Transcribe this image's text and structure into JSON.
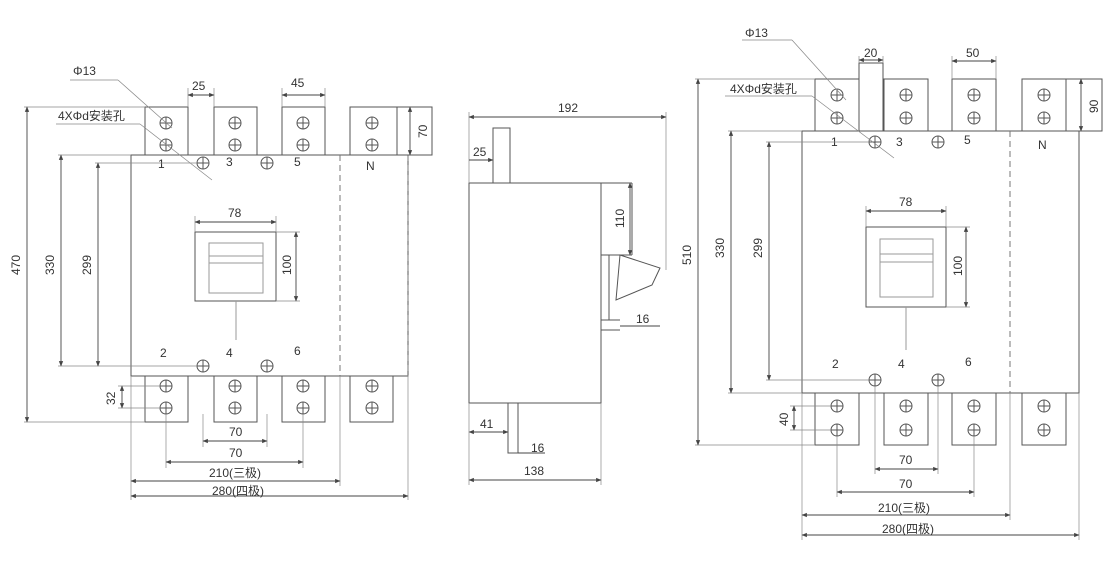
{
  "left_view": {
    "phi13": "Φ13",
    "mount_hole": "4XΦd安装孔",
    "dim_25": "25",
    "dim_45": "45",
    "dim_70_bar": "70",
    "dim_470": "470",
    "dim_330": "330",
    "dim_299": "299",
    "dim_78": "78",
    "dim_100": "100",
    "dim_32": "32",
    "dim_70_a": "70",
    "dim_70_b": "70",
    "dim_210": "210(三极)",
    "dim_280": "280(四极)",
    "terminals_top": [
      "1",
      "3",
      "5",
      "N"
    ],
    "terminals_bottom": [
      "2",
      "4",
      "6"
    ]
  },
  "side_view": {
    "dim_192": "192",
    "dim_25": "25",
    "dim_110": "110",
    "dim_16_handle": "16",
    "dim_41": "41",
    "dim_16_bottom": "16",
    "dim_138": "138"
  },
  "right_view": {
    "phi13": "Φ13",
    "mount_hole": "4XΦd安装孔",
    "dim_20": "20",
    "dim_50": "50",
    "dim_90": "90",
    "dim_510": "510",
    "dim_330": "330",
    "dim_299": "299",
    "dim_78": "78",
    "dim_100": "100",
    "dim_40": "40",
    "dim_70_a": "70",
    "dim_70_b": "70",
    "dim_210": "210(三极)",
    "dim_280": "280(四极)",
    "terminals_top": [
      "1",
      "3",
      "5",
      "N"
    ],
    "terminals_bottom": [
      "2",
      "4",
      "6"
    ]
  }
}
